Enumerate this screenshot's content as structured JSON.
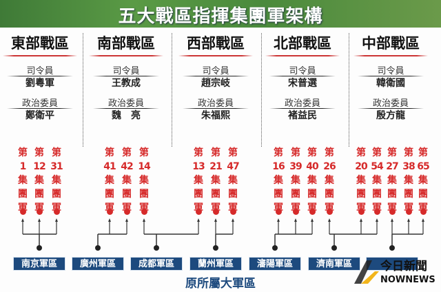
{
  "title": "五大戰區指揮集團軍架構",
  "labels": {
    "commander": "司令員",
    "commissar": "政治委員"
  },
  "theaters": [
    {
      "name": "東部戰區",
      "commander": "劉粵軍",
      "commissar": "鄭衛平"
    },
    {
      "name": "南部戰區",
      "commander": "王教成",
      "commissar": "魏　亮"
    },
    {
      "name": "西部戰區",
      "commander": "趙宗岐",
      "commissar": "朱福熙"
    },
    {
      "name": "北部戰區",
      "commander": "宋普選",
      "commissar": "褚益民"
    },
    {
      "name": "中部戰區",
      "commander": "韓衛國",
      "commissar": "殷方龍"
    }
  ],
  "army_prefix": "第",
  "army_suffix": [
    "集",
    "團",
    "軍"
  ],
  "armies": [
    "1",
    "12",
    "31",
    "41",
    "42",
    "14",
    "13",
    "21",
    "47",
    "16",
    "39",
    "40",
    "26",
    "20",
    "54",
    "27",
    "38",
    "65"
  ],
  "former_regions": [
    {
      "name": "南京軍區",
      "armies": [
        "1",
        "12",
        "31"
      ]
    },
    {
      "name": "廣州軍區",
      "armies": [
        "41",
        "42"
      ]
    },
    {
      "name": "成都軍區",
      "armies": [
        "14",
        "13"
      ]
    },
    {
      "name": "蘭州軍區",
      "armies": [
        "21",
        "47"
      ]
    },
    {
      "name": "瀋陽軍區",
      "armies": [
        "16",
        "39",
        "40"
      ]
    },
    {
      "name": "濟南軍區",
      "armies": [
        "26",
        "20",
        "54"
      ]
    },
    {
      "name": "",
      "armies": [
        "27",
        "38",
        "65"
      ]
    }
  ],
  "footer": "原所屬大軍區",
  "watermark": {
    "text": "今日新聞",
    "brand": "NOWNEWS"
  },
  "colors": {
    "banner": "#4a8a3c",
    "army": "#d62a2a",
    "region": "#1d4a7e"
  }
}
